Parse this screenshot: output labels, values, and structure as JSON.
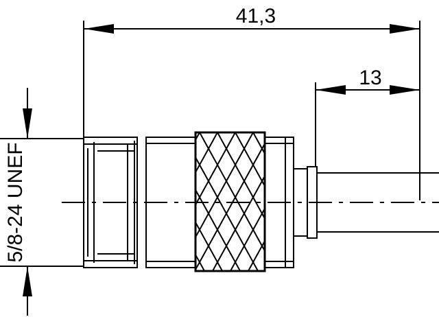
{
  "dimensions": {
    "overall_length": "41,3",
    "cable_length": "13",
    "thread_spec": "5/8-24 UNEF"
  }
}
